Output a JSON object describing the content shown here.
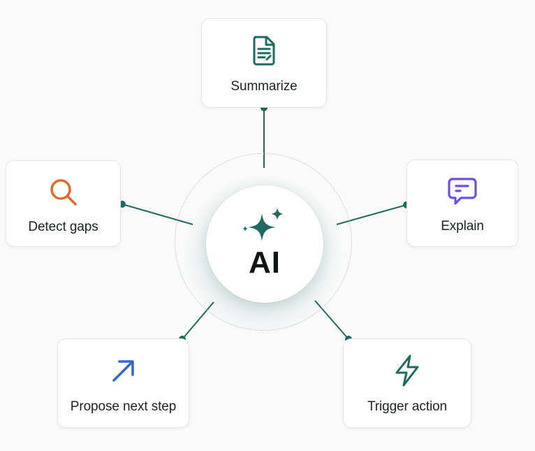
{
  "hub": {
    "label": "AI",
    "icon": "sparkle-icon"
  },
  "nodes": {
    "summarize": {
      "label": "Summarize",
      "icon": "document-icon",
      "color": "#1f6b5f"
    },
    "detect_gaps": {
      "label": "Detect gaps",
      "icon": "search-icon",
      "color": "#e06a2a"
    },
    "explain": {
      "label": "Explain",
      "icon": "chat-bubble-icon",
      "color": "#6f4fe0"
    },
    "propose_next_step": {
      "label": "Propose next step",
      "icon": "arrow-up-right-icon",
      "color": "#2f66d6"
    },
    "trigger_action": {
      "label": "Trigger action",
      "icon": "lightning-icon",
      "color": "#1f6b5f"
    }
  },
  "colors": {
    "connector": "#1f6b5f",
    "hub_accent": "#1f6b5f"
  }
}
